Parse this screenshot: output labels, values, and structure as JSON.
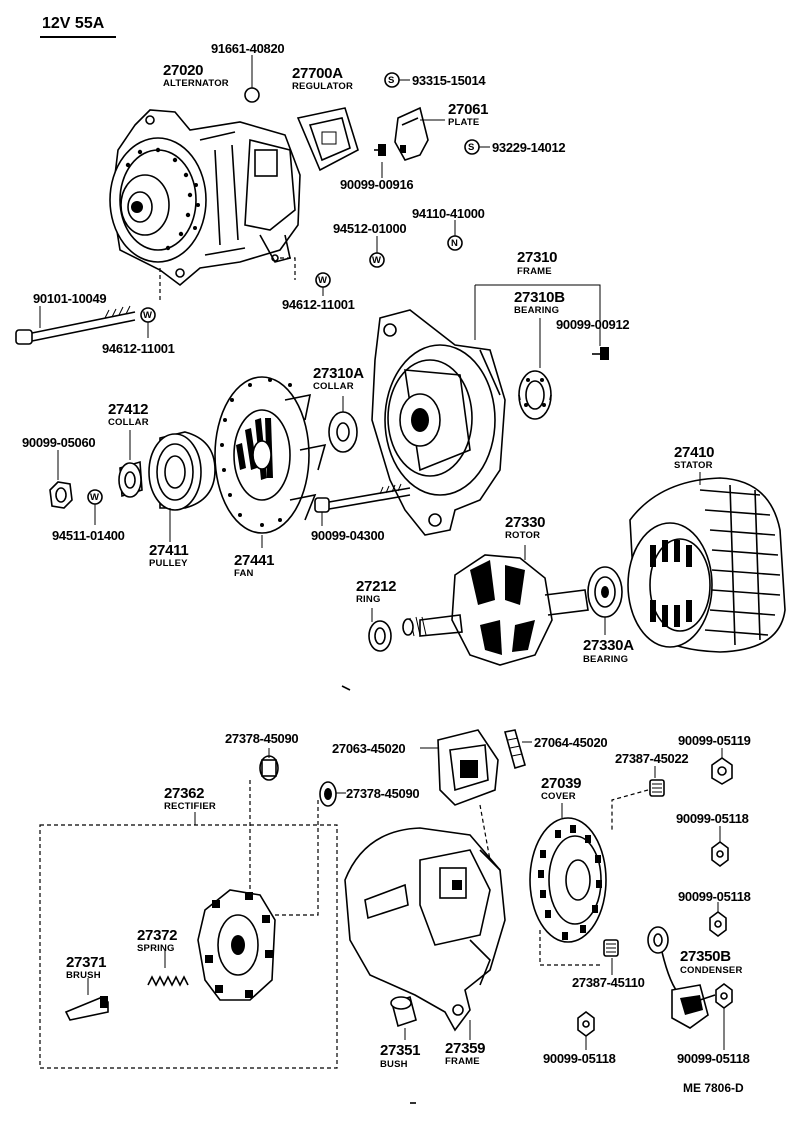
{
  "header": {
    "title": "12V 55A",
    "ref": "ME 7806-D"
  },
  "parts": {
    "p27020": {
      "num": "27020",
      "name": "ALTERNATOR"
    },
    "p91661": {
      "num": "91661-40820"
    },
    "p27700A": {
      "num": "27700A",
      "name": "REGULATOR"
    },
    "p93315": {
      "num": "93315-15014"
    },
    "p27061": {
      "num": "27061",
      "name": "PLATE"
    },
    "p93229": {
      "num": "93229-14012"
    },
    "p90099_00916": {
      "num": "90099-00916"
    },
    "p94110": {
      "num": "94110-41000"
    },
    "p94512": {
      "num": "94512-01000"
    },
    "p90101": {
      "num": "90101-10049"
    },
    "p94612a": {
      "num": "94612-11001"
    },
    "p94612b": {
      "num": "94612-11001"
    },
    "p27310": {
      "num": "27310",
      "name": "FRAME"
    },
    "p27310B": {
      "num": "27310B",
      "name": "BEARING"
    },
    "p90099_00912": {
      "num": "90099-00912"
    },
    "p27310A": {
      "num": "27310A",
      "name": "COLLAR"
    },
    "p27412": {
      "num": "27412",
      "name": "COLLAR"
    },
    "p90099_05060": {
      "num": "90099-05060"
    },
    "p94511": {
      "num": "94511-01400"
    },
    "p27411": {
      "num": "27411",
      "name": "PULLEY"
    },
    "p27441": {
      "num": "27441",
      "name": "FAN"
    },
    "p90099_04300": {
      "num": "90099-04300"
    },
    "p27410": {
      "num": "27410",
      "name": "STATOR"
    },
    "p27330": {
      "num": "27330",
      "name": "ROTOR"
    },
    "p27212": {
      "num": "27212",
      "name": "RING"
    },
    "p27330A": {
      "num": "27330A",
      "name": "BEARING"
    },
    "p27378a": {
      "num": "27378-45090"
    },
    "p27378b": {
      "num": "27378-45090"
    },
    "p27063": {
      "num": "27063-45020"
    },
    "p27064": {
      "num": "27064-45020"
    },
    "p90099_05119": {
      "num": "90099-05119"
    },
    "p27387a": {
      "num": "27387-45022"
    },
    "p27362": {
      "num": "27362",
      "name": "RECTIFIER"
    },
    "p27039": {
      "num": "27039",
      "name": "COVER"
    },
    "p90099_05118a": {
      "num": "90099-05118"
    },
    "p90099_05118b": {
      "num": "90099-05118"
    },
    "p27372": {
      "num": "27372",
      "name": "SPRING"
    },
    "p27371": {
      "num": "27371",
      "name": "BRUSH"
    },
    "p27350B": {
      "num": "27350B",
      "name": "CONDENSER"
    },
    "p27387b": {
      "num": "27387-45110"
    },
    "p27351": {
      "num": "27351",
      "name": "BUSH"
    },
    "p27359": {
      "num": "27359",
      "name": "FRAME"
    },
    "p90099_05118c": {
      "num": "90099-05118"
    },
    "p90099_05118d": {
      "num": "90099-05118"
    }
  },
  "symbols": {
    "s": "S",
    "w": "W",
    "n": "N"
  }
}
